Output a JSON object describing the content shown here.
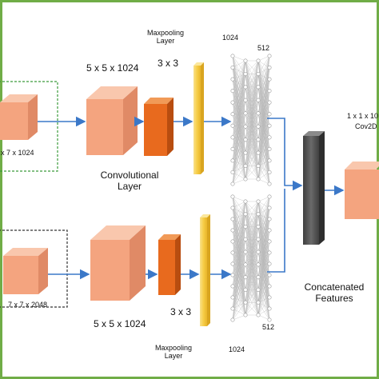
{
  "top_branch": {
    "input_label": "x 7 x 1024",
    "conv_dims": "5 x 5 x 1024",
    "pool_dims": "3 x 3",
    "pool_label": "Maxpooling Layer",
    "fc_1024": "1024",
    "fc_512": "512",
    "conv_label": "Convolutional Layer"
  },
  "bottom_branch": {
    "input_label": "7 x 7 x 2048",
    "conv_dims": "5 x 5 x 1024",
    "pool_dims": "3 x 3",
    "pool_label": "Maxpooling Layer",
    "fc_1024": "1024",
    "fc_512": "512"
  },
  "merge": {
    "concat_label": "Concatenated Features",
    "output_dims": "1 x 1 x 10",
    "output_label": "Cov2D"
  },
  "colors": {
    "frame": "#70ad47",
    "block_front": "#f4a47f",
    "pool_block": "#e86a1e",
    "feature_bar": "#f8d35c",
    "concat_bar": "#5a5a5a",
    "arrow": "#3b78c8"
  }
}
